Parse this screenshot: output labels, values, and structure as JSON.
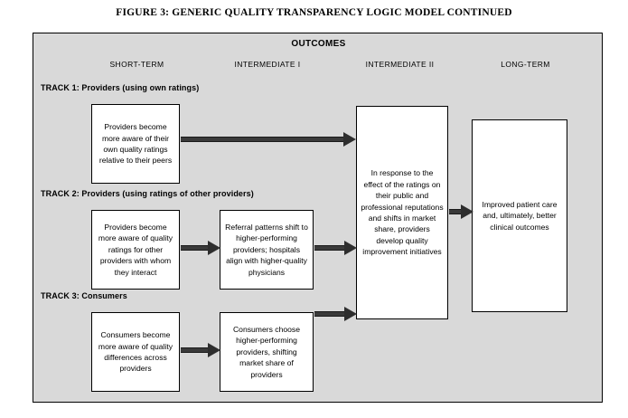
{
  "figure": {
    "title": "FIGURE 3: GENERIC QUALITY TRANSPARENCY LOGIC MODEL CONTINUED"
  },
  "diagram": {
    "section_heading": "OUTCOMES",
    "frame_fill": "#d9d9d9",
    "box_fill": "#ffffff",
    "line_color": "#000000",
    "arrow_color": "#2e2e2e",
    "columns": [
      {
        "label": "SHORT-TERM"
      },
      {
        "label": "INTERMEDIATE I"
      },
      {
        "label": "INTERMEDIATE II"
      },
      {
        "label": "LONG-TERM"
      }
    ],
    "tracks": [
      {
        "label": "TRACK 1: Providers (using own ratings)"
      },
      {
        "label": "TRACK 2: Providers (using ratings of other providers)"
      },
      {
        "label": "TRACK 3: Consumers"
      }
    ],
    "nodes": {
      "t1_short": "Providers become more aware of their own quality ratings relative to their peers",
      "t2_short": "Providers become more aware of quality ratings for other providers with whom they interact",
      "t2_intermediate1": "Referral patterns shift to higher-performing providers; hospitals align with higher-quality physicians",
      "t3_short": "Consumers become more aware of quality differences across providers",
      "t3_intermediate1": "Consumers choose higher-performing providers, shifting market share of providers",
      "intermediate2": "In response to the effect of the ratings on their public and professional reputations and shifts in market share, providers develop quality improvement initiatives",
      "long_term": "Improved patient care and, ultimately, better clinical outcomes"
    }
  }
}
